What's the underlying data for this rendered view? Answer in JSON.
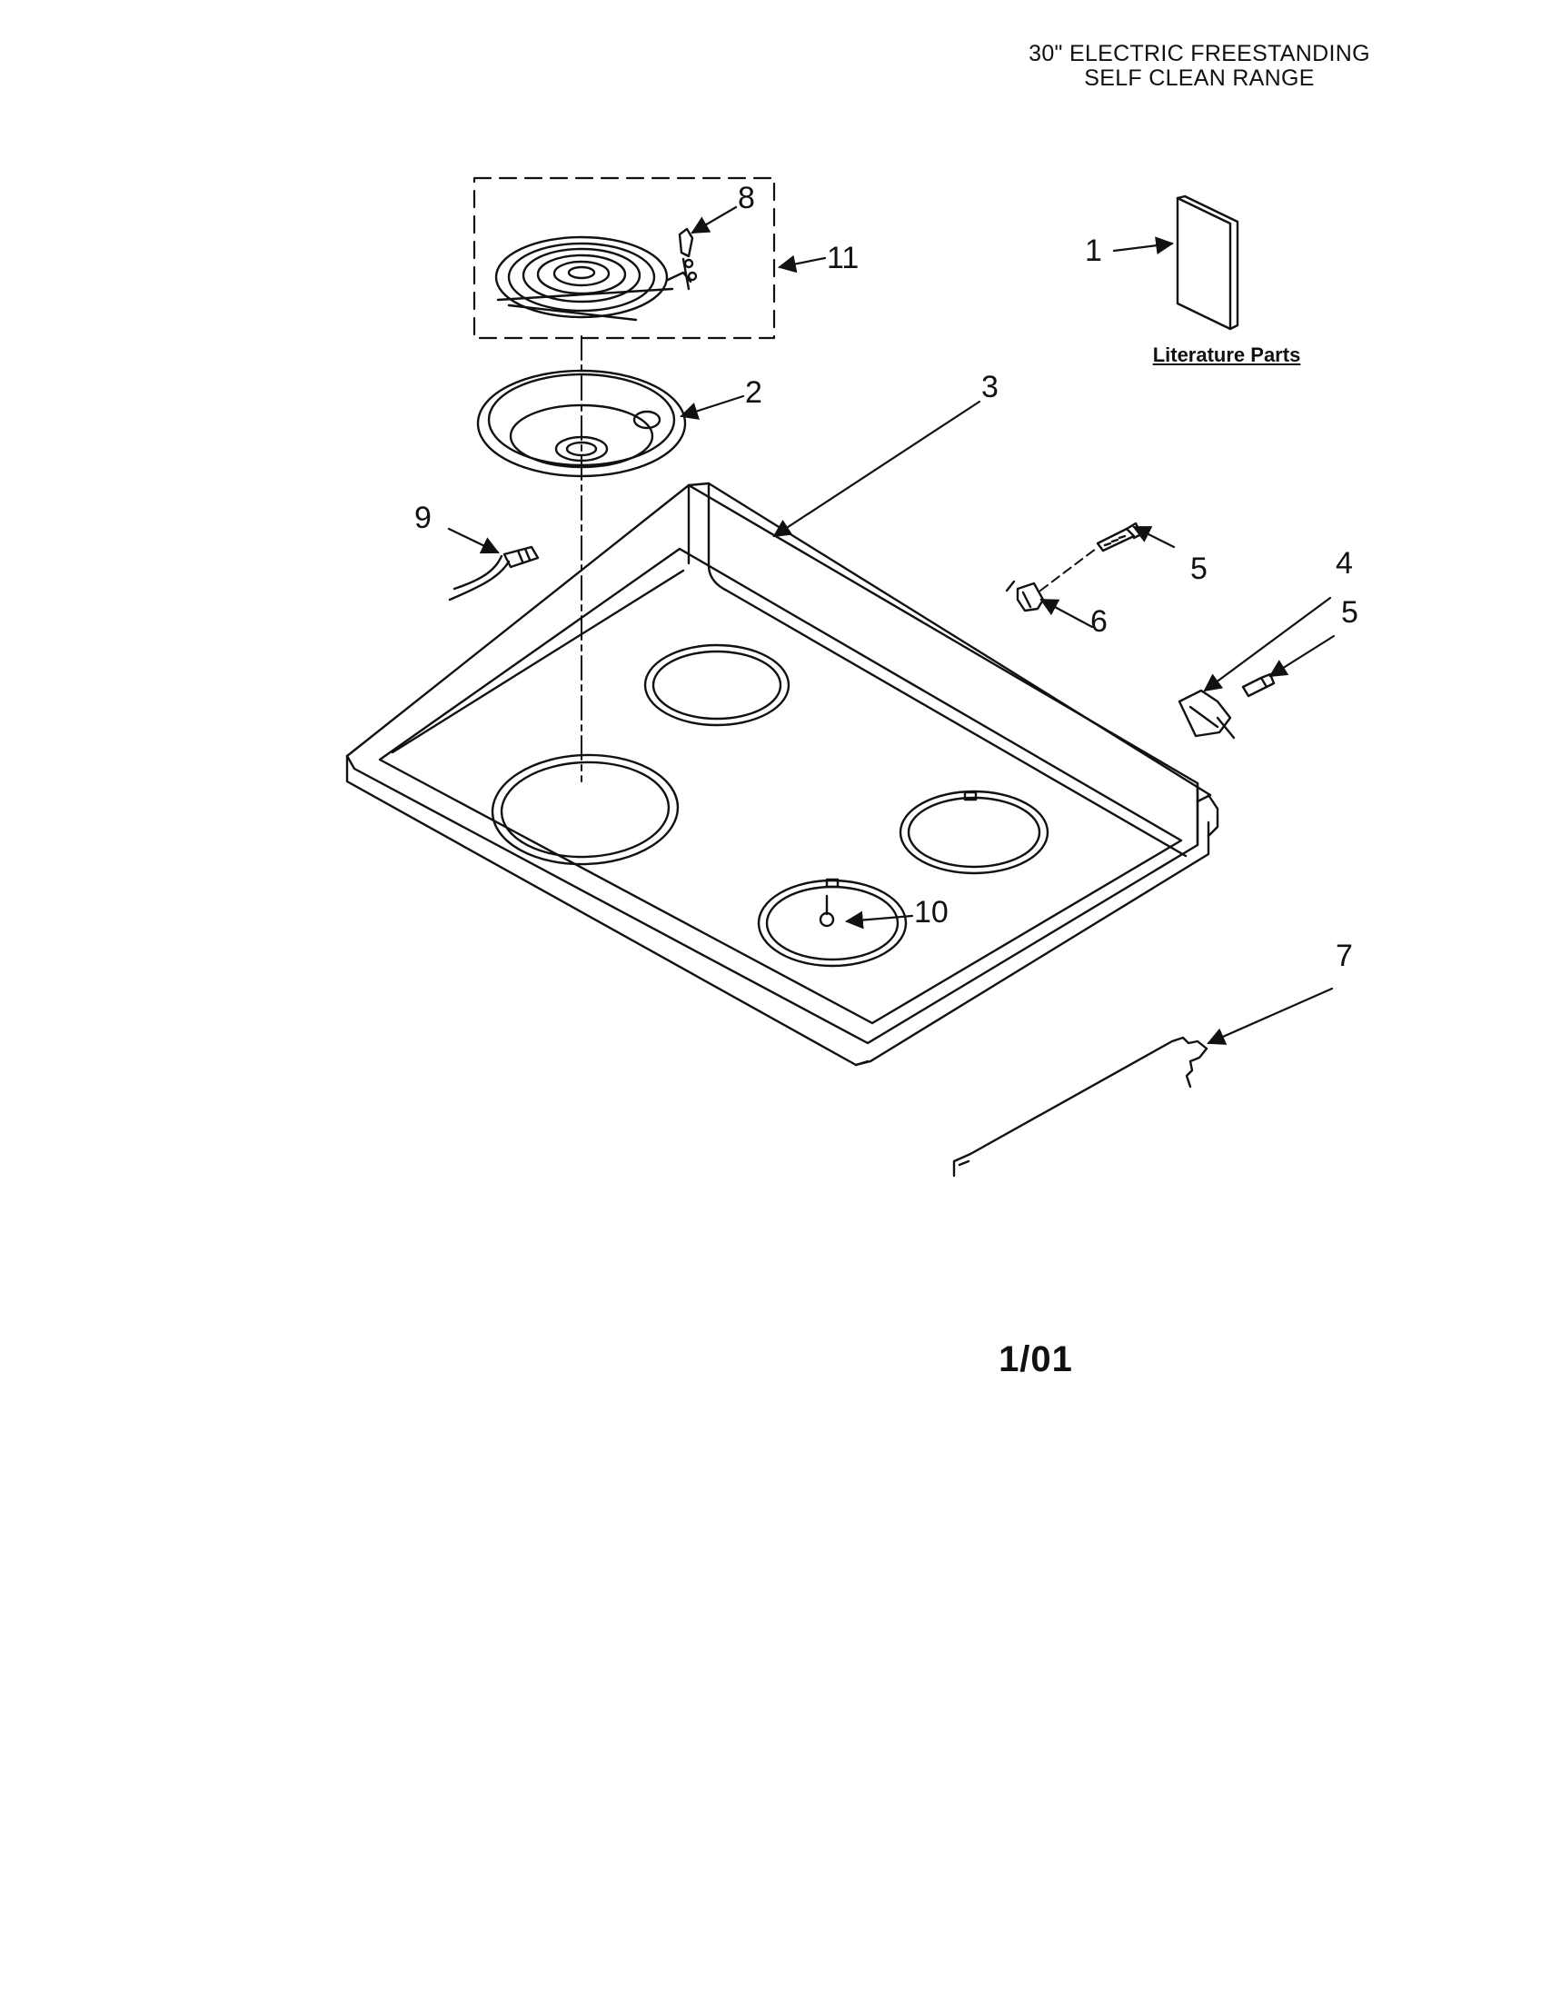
{
  "header": {
    "title_line1": "30\" ELECTRIC FREESTANDING",
    "title_line2": "SELF CLEAN RANGE"
  },
  "literature": {
    "label": "Literature Parts"
  },
  "callouts": [
    "1",
    "2",
    "3",
    "4",
    "5",
    "5",
    "6",
    "7",
    "8",
    "9",
    "10",
    "11"
  ],
  "footer": {
    "date_code": "1/01"
  },
  "colors": {
    "line": "#111111",
    "background": "#ffffff"
  }
}
